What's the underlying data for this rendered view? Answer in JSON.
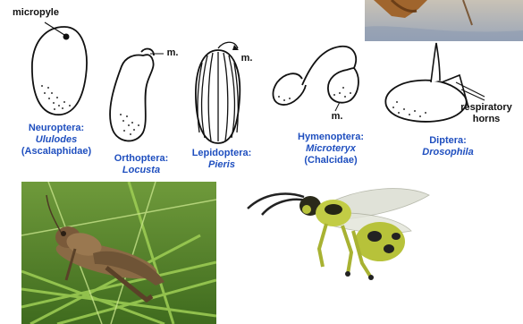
{
  "annotations": {
    "micropyle": "micropyle",
    "m_orthoptera": "m.",
    "m_lepidoptera": "m.",
    "m_hymenoptera": "m.",
    "respiratory_line1": "respiratory",
    "respiratory_line2": "horns"
  },
  "eggs": [
    {
      "order": "Neuroptera:",
      "genus": "Ululodes",
      "family": "(Ascalaphidae)"
    },
    {
      "order": "Orthoptera:",
      "genus": "Locusta"
    },
    {
      "order": "Lepidoptera:",
      "genus": "Pieris"
    },
    {
      "order": "Hymenoptera:",
      "genus": "Microteryx",
      "family": "(Chalcidae)"
    },
    {
      "order": "Diptera:",
      "genus": "Drosophila"
    }
  ],
  "colors": {
    "label_blue": "#1f4fbf",
    "line": "#111111",
    "grass": "#5a8a2a",
    "wasp": "#b7c23a"
  },
  "photos": {
    "top_right": "insect-photo-cropped",
    "bottom_left": "grasshopper-photo",
    "bottom_center": "wasp-photo"
  }
}
